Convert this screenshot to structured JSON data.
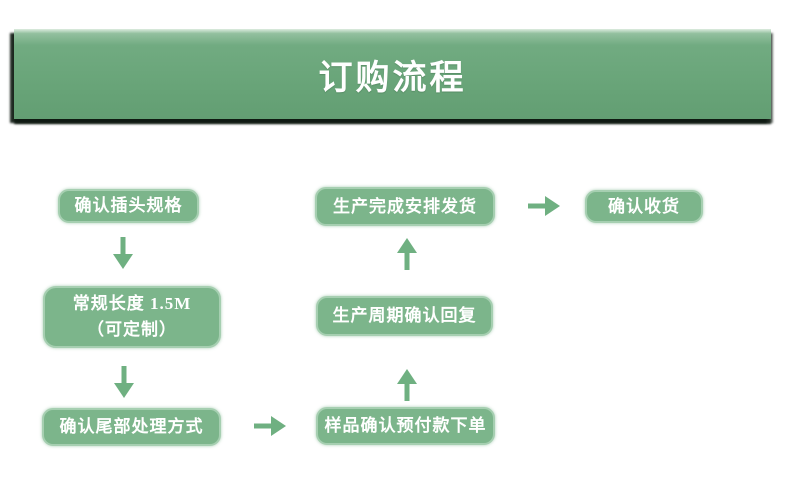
{
  "banner": {
    "title": "订购流程"
  },
  "colors": {
    "banner_green": "#68a478",
    "banner_highlight": "#ddecdf",
    "banner_shadow": "#0e1911",
    "box_green": "#7cb58b",
    "box_border": "#a6cfb1",
    "arrow_green": "#6fb081",
    "text_white": "#ffffff"
  },
  "flow": {
    "boxes": [
      {
        "id": "confirm-plug-spec",
        "label": "确认插头规格"
      },
      {
        "id": "standard-length",
        "line1": "常规长度 1.5M",
        "line2": "（可定制）"
      },
      {
        "id": "confirm-tail-treatment",
        "label": "确认尾部处理方式"
      },
      {
        "id": "sample-confirm-prepay-order",
        "label": "样品确认预付款下单"
      },
      {
        "id": "production-cycle-reply",
        "label": "生产周期确认回复"
      },
      {
        "id": "production-complete-ship",
        "label": "生产完成安排发货"
      },
      {
        "id": "confirm-receipt",
        "label": "确认收货"
      }
    ],
    "arrows": [
      {
        "id": "arrow-1",
        "direction": "down",
        "from": "confirm-plug-spec",
        "to": "standard-length"
      },
      {
        "id": "arrow-2",
        "direction": "down",
        "from": "standard-length",
        "to": "confirm-tail-treatment"
      },
      {
        "id": "arrow-3",
        "direction": "right",
        "from": "confirm-tail-treatment",
        "to": "sample-confirm-prepay-order"
      },
      {
        "id": "arrow-4",
        "direction": "up",
        "from": "sample-confirm-prepay-order",
        "to": "production-cycle-reply"
      },
      {
        "id": "arrow-5",
        "direction": "up",
        "from": "production-cycle-reply",
        "to": "production-complete-ship"
      },
      {
        "id": "arrow-6",
        "direction": "right",
        "from": "production-complete-ship",
        "to": "confirm-receipt"
      }
    ]
  }
}
